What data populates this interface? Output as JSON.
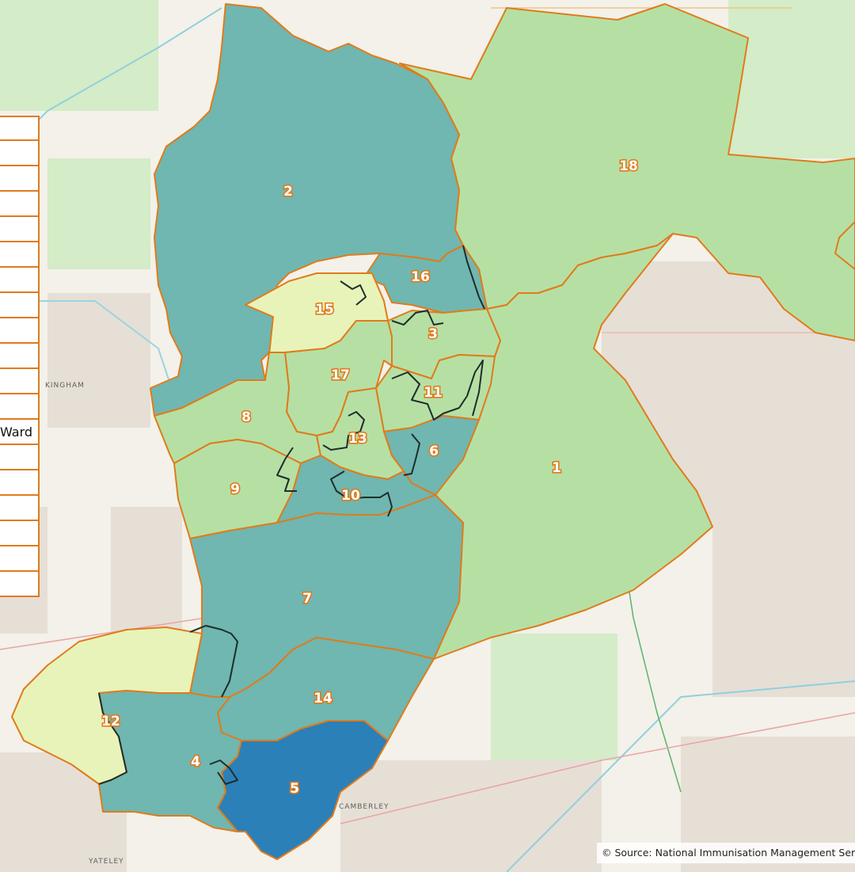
{
  "map": {
    "colors": {
      "background": "#f3f1e9",
      "boundary": "#e07b1c",
      "inner_boundary": "#1f2d2d",
      "ward_light_yellow": "#e8f3b9",
      "ward_light_green": "#b6e0a3",
      "ward_teal": "#6fb7b0",
      "ward_blue": "#2b80b8"
    },
    "wards": [
      {
        "label": "1",
        "color": "#b6e0a3"
      },
      {
        "label": "2",
        "color": "#6fb7b0"
      },
      {
        "label": "3",
        "color": "#b6e0a3"
      },
      {
        "label": "4",
        "color": "#6fb7b0"
      },
      {
        "label": "5",
        "color": "#2b80b8"
      },
      {
        "label": "6",
        "color": "#6fb7b0"
      },
      {
        "label": "7",
        "color": "#6fb7b0"
      },
      {
        "label": "8",
        "color": "#b6e0a3"
      },
      {
        "label": "9",
        "color": "#b6e0a3"
      },
      {
        "label": "10",
        "color": "#6fb7b0"
      },
      {
        "label": "11",
        "color": "#b6e0a3"
      },
      {
        "label": "12",
        "color": "#e8f3b9"
      },
      {
        "label": "13",
        "color": "#b6e0a3"
      },
      {
        "label": "14",
        "color": "#6fb7b0"
      },
      {
        "label": "15",
        "color": "#e8f3b9"
      },
      {
        "label": "16",
        "color": "#6fb7b0"
      },
      {
        "label": "17",
        "color": "#b6e0a3"
      },
      {
        "label": "18",
        "color": "#b6e0a3"
      }
    ],
    "place_names": {
      "kingham": "KINGHAM",
      "camberley": "CAMBERLEY",
      "yateley": "YATELEY"
    }
  },
  "legend": {
    "ward_label": "Ward"
  },
  "source": "© Source: National Immunisation Management Service"
}
